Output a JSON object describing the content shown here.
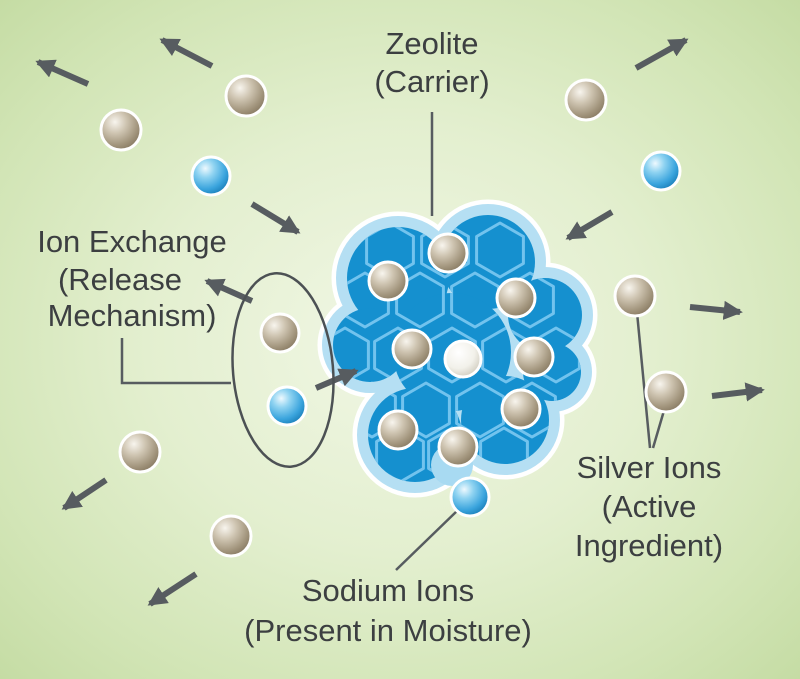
{
  "diagram": {
    "labels": {
      "zeolite": {
        "line1": "Zeolite",
        "line2": "(Carrier)"
      },
      "ion_exchange": {
        "line1": "Ion Exchange",
        "line2": "(Release",
        "line3": "Mechanism)"
      },
      "silver_ions": {
        "line1": "Silver Ions",
        "line2": "(Active",
        "line3": "Ingredient)"
      },
      "sodium_ions": {
        "line1": "Sodium Ions",
        "line2": "(Present in Moisture)"
      }
    },
    "legend": {
      "silver_ion_color": "#a4977f",
      "sodium_ion_color": "#3aa4dd",
      "zeolite_fill": "#1590cf",
      "zeolite_halo": "#b5dff3",
      "arrow_color": "#575c60",
      "text_color": "#3c3f41",
      "background_color": "#dcebc4"
    }
  }
}
